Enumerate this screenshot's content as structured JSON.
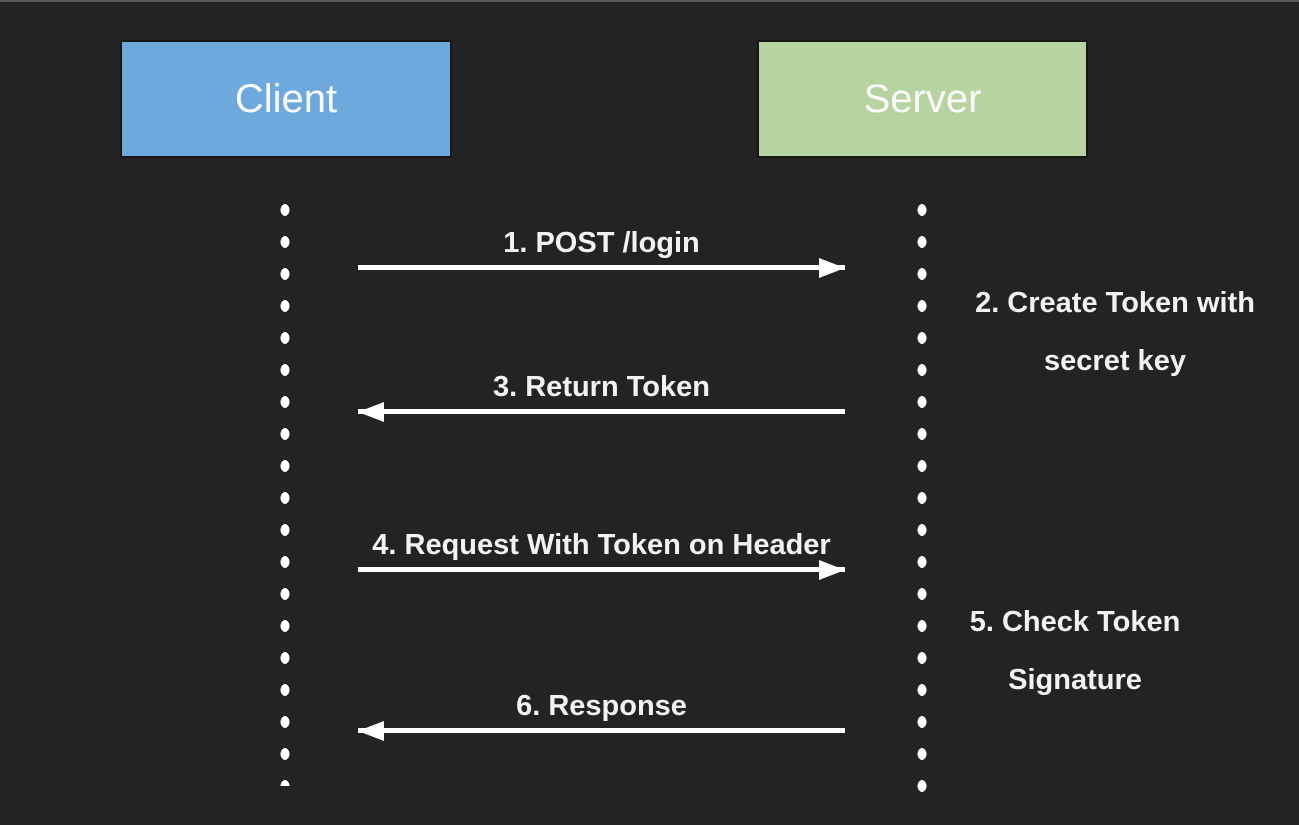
{
  "diagram": {
    "type": "sequence-diagram",
    "background_color": "#232323",
    "text_color": "#f2f2f2",
    "line_color": "#ffffff"
  },
  "actors": {
    "client": {
      "label": "Client",
      "color": "#6da9dc"
    },
    "server": {
      "label": "Server",
      "color": "#b6d3a0"
    }
  },
  "messages": [
    {
      "label": "1. POST /login",
      "from": "client",
      "to": "server",
      "direction": "right"
    },
    {
      "label": "3. Return Token",
      "from": "server",
      "to": "client",
      "direction": "left"
    },
    {
      "label": "4. Request With Token on Header",
      "from": "client",
      "to": "server",
      "direction": "right"
    },
    {
      "label": "6. Response",
      "from": "server",
      "to": "client",
      "direction": "left"
    }
  ],
  "notes": [
    {
      "line1": "2. Create Token with",
      "line2": "secret key",
      "actor": "server"
    },
    {
      "line1": "5. Check Token",
      "line2": "Signature",
      "actor": "server"
    }
  ]
}
